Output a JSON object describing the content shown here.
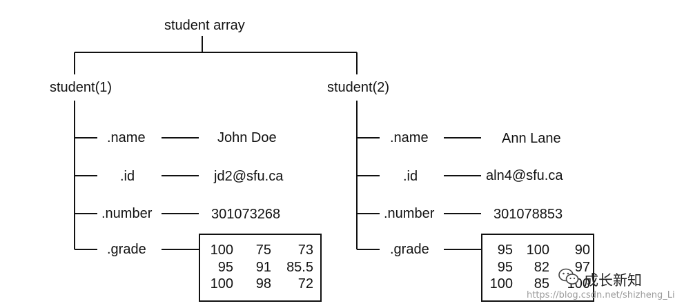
{
  "root": {
    "label": "student array"
  },
  "students": [
    {
      "label": "student(1)",
      "fields": [
        {
          "field": ".name",
          "value": "John Doe"
        },
        {
          "field": ".id",
          "value": "jd2@sfu.ca"
        },
        {
          "field": ".number",
          "value": "301073268"
        },
        {
          "field": ".grade",
          "grades": [
            [
              "100",
              "75",
              "73"
            ],
            [
              "95",
              "91",
              "85.5"
            ],
            [
              "100",
              "98",
              "72"
            ]
          ]
        }
      ]
    },
    {
      "label": "student(2)",
      "fields": [
        {
          "field": ".name",
          "value": "Ann Lane"
        },
        {
          "field": ".id",
          "value": "aln4@sfu.ca"
        },
        {
          "field": ".number",
          "value": "301078853"
        },
        {
          "field": ".grade",
          "grades": [
            [
              "95",
              "100",
              "90"
            ],
            [
              "95",
              "82",
              "97"
            ],
            [
              "100",
              "85",
              "100"
            ]
          ]
        }
      ]
    }
  ],
  "watermark": {
    "name": "成长新知",
    "url": "https://blog.csdn.net/shizheng_Li"
  }
}
